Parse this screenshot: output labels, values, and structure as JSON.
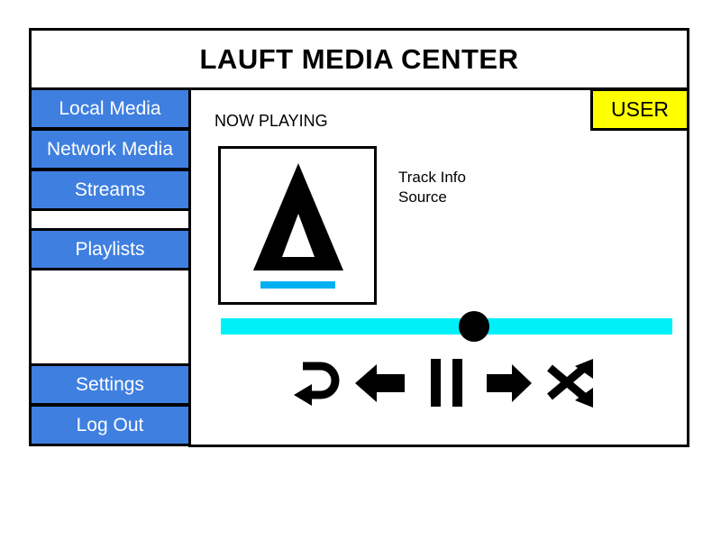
{
  "app": {
    "title": "LAUFT MEDIA CENTER"
  },
  "sidebar": {
    "items": [
      {
        "label": "Local Media"
      },
      {
        "label": "Network Media"
      },
      {
        "label": "Streams"
      },
      {
        "label": "Playlists"
      },
      {
        "label": "Settings"
      },
      {
        "label": "Log Out"
      }
    ]
  },
  "user": {
    "label": "USER"
  },
  "player": {
    "heading": "NOW PLAYING",
    "track_info": "Track Info",
    "source": "Source",
    "progress_fraction": 0.56,
    "controls": [
      "repeat-icon",
      "previous-arrow-icon",
      "pause-icon",
      "next-arrow-icon",
      "shuffle-icon"
    ]
  },
  "colors": {
    "nav": "#3f7fe0",
    "user_badge": "#ffff00",
    "progress": "#00f0f8",
    "logo_accent": "#00b0f0"
  }
}
